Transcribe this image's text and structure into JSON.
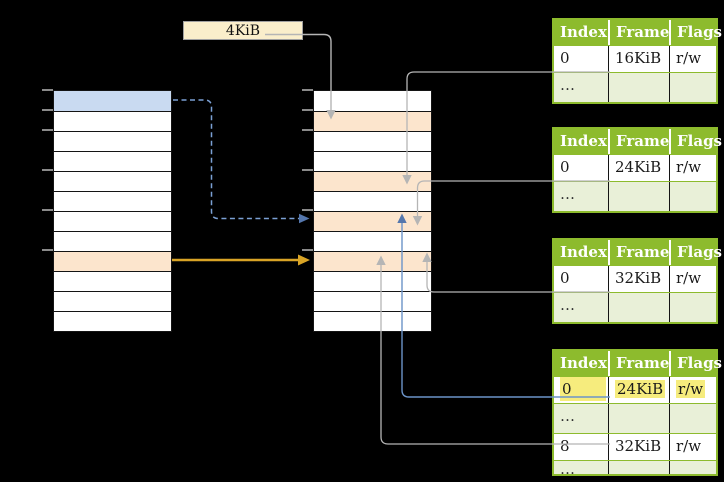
{
  "size_box": {
    "label": "4KiB"
  },
  "table_headers": [
    "Index",
    "Frame",
    "Flags"
  ],
  "tables": [
    {
      "name": "page-table-1",
      "rows": [
        {
          "cells": [
            "0",
            "16KiB",
            "r/w"
          ],
          "highlighted": false
        },
        {
          "cells": [
            "…",
            "",
            ""
          ],
          "ellipsis": true
        }
      ]
    },
    {
      "name": "page-table-2",
      "rows": [
        {
          "cells": [
            "0",
            "24KiB",
            "r/w"
          ],
          "highlighted": false
        },
        {
          "cells": [
            "…",
            "",
            ""
          ],
          "ellipsis": true
        }
      ]
    },
    {
      "name": "page-table-3",
      "rows": [
        {
          "cells": [
            "0",
            "32KiB",
            "r/w"
          ],
          "highlighted": false
        },
        {
          "cells": [
            "…",
            "",
            ""
          ],
          "ellipsis": true
        }
      ]
    },
    {
      "name": "page-table-4",
      "rows": [
        {
          "cells": [
            "0",
            "24KiB",
            "r/w"
          ],
          "highlighted": true
        },
        {
          "cells": [
            "…",
            "",
            ""
          ],
          "ellipsis": true
        },
        {
          "cells": [
            "8",
            "32KiB",
            "r/w"
          ],
          "highlighted": false
        },
        {
          "cells": [
            "…",
            "",
            ""
          ],
          "ellipsis": true
        }
      ]
    }
  ],
  "virtual_column": {
    "row_count": 12,
    "blue_row_index": 0,
    "orange_row_index": 8,
    "tick_row_boundaries": [
      0,
      1,
      2,
      4,
      6,
      8
    ]
  },
  "physical_column": {
    "row_count": 12,
    "orange_row_indexes": [
      1,
      4,
      6,
      8
    ],
    "tick_row_boundaries": [
      0,
      1,
      2,
      4,
      6,
      8
    ]
  },
  "connections": [
    {
      "from": "size-box-4kib",
      "to": "physical-frame-row-1",
      "style": "solid",
      "color": "#b5b5b5"
    },
    {
      "from": "virtual-page-row-0",
      "to": "physical-frame-row-6",
      "style": "dashed",
      "color": "#7ba0d4"
    },
    {
      "from": "virtual-page-row-8",
      "to": "physical-frame-row-8",
      "style": "solid",
      "color": "#d9a426"
    },
    {
      "from": "page-table-1-row-0",
      "to": "physical-frame-row-4",
      "style": "solid",
      "color": "#b5b5b5"
    },
    {
      "from": "page-table-2-row-0",
      "to": "physical-frame-row-6",
      "style": "solid",
      "color": "#b5b5b5"
    },
    {
      "from": "page-table-3-row-0",
      "to": "physical-frame-row-8",
      "style": "solid",
      "color": "#b5b5b5"
    },
    {
      "from": "page-table-4-row-0",
      "to": "physical-frame-row-6",
      "style": "solid",
      "color": "#6b93c8"
    },
    {
      "from": "page-table-4-row-2",
      "to": "physical-frame-row-8",
      "style": "solid",
      "color": "#b5b5b5"
    }
  ],
  "colors": {
    "canvas-bg": "#000000",
    "page-blue": "#c9daf1",
    "frame-orange": "#fce5cd",
    "box-cream": "#faeecb",
    "table-green": "#8dbb2d",
    "table-row-green": "#e9f0d8",
    "highlight-yellow": "#f6ec7d",
    "line-gray": "#b5b5b5",
    "line-blue": "#6b93c8",
    "arrow-orange": "#d9a426"
  }
}
